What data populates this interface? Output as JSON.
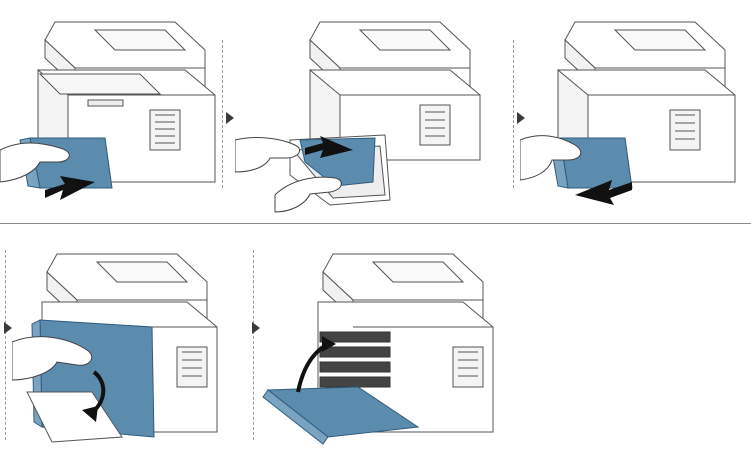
{
  "figure": {
    "description_icons": [
      "printer-icon",
      "tray-icon",
      "paper-icon",
      "hand-icon",
      "pull-arrow-icon",
      "push-arrow-icon",
      "door-open-arrow-icon"
    ],
    "colors": {
      "accent_blue": "#5b8bad",
      "accent_blue_dark": "#2f5d80",
      "outline": "#555555",
      "body_fill": "#ffffff",
      "shadow": "#dcdcdc",
      "arrow_black": "#111111"
    },
    "steps": [
      {
        "id": 1,
        "action": "pull-tray-out"
      },
      {
        "id": 2,
        "action": "remove-jammed-paper"
      },
      {
        "id": 3,
        "action": "push-tray-in"
      },
      {
        "id": 4,
        "action": "open-front-cover"
      },
      {
        "id": 5,
        "action": "front-cover-open"
      }
    ]
  }
}
